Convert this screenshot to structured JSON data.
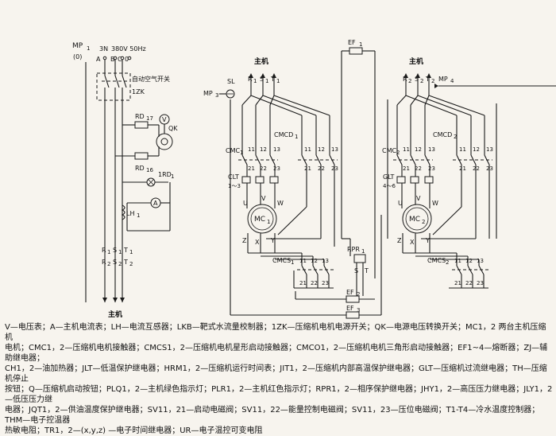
{
  "supply": {
    "mp_label": "MP",
    "mp_sub": "1",
    "zero_label": "(0)",
    "phases_header": "3N",
    "voltage": "380V 50Hz",
    "phase_labels": [
      "A",
      "B",
      "C",
      "0"
    ],
    "auto_switch": "自动空气开关",
    "switch_id": "1ZK",
    "rd17": "RD",
    "rd17_sub": "17",
    "rd16": "RD",
    "rd16_sub": "16",
    "v_label": "V",
    "qk_label": "QK",
    "lamp_label": "1RD",
    "lamp_sub": "1",
    "a_label": "A",
    "lh_label": "LH",
    "lh_sub": "1",
    "out_r": "R",
    "out_s": "S",
    "out_t": "T",
    "out_sub1": "1",
    "out_sub2": "2",
    "main_bottom": "主机"
  },
  "unit1": {
    "title": "主机",
    "r": "R",
    "s": "S",
    "t": "T",
    "sub": "1",
    "mp": "MP",
    "mp_sub": "3",
    "sl": "SL",
    "cmc": "CMC",
    "cmc_sub": "1",
    "cmcd": "CMCD",
    "cmcd_sub": "1",
    "clt": "CLT",
    "clt_range": "1～3",
    "motor": "MC",
    "motor_sub": "1",
    "uvw": [
      "U",
      "V",
      "W"
    ],
    "zxy": [
      "Z",
      "X",
      "Y"
    ],
    "cmcs": "CMCS",
    "cmcs_sub": "1",
    "rpr": "RPR",
    "rpr_sub": "1",
    "rpr_st": [
      "S",
      "T"
    ],
    "ef_top": "EF",
    "ef_top_sub": "1",
    "ef_mid": "EF",
    "ef_mid_sub": "2",
    "ef_bot": "EF",
    "ef_bot_sub": "3",
    "contacts_top": [
      "11",
      "12",
      "13",
      "11",
      "12",
      "13"
    ],
    "contacts_mid": [
      "21",
      "22",
      "23",
      "21",
      "22",
      "23"
    ],
    "contacts_bottom": [
      "11",
      "12",
      "13",
      "21",
      "22",
      "23"
    ]
  },
  "unit2": {
    "title": "主机",
    "r": "R",
    "s": "S",
    "t": "T",
    "sub": "2",
    "mp": "MP",
    "mp_sub": "4",
    "cmc": "CMC",
    "cmc_sub": "2",
    "cmcd": "CMCD",
    "cmcd_sub": "2",
    "glt": "GLT",
    "glt_range": "4～6",
    "motor": "MC",
    "motor_sub": "2",
    "uvw": [
      "U",
      "V",
      "W"
    ],
    "zxy": [
      "Z",
      "X",
      "Y"
    ],
    "cmcs": "CMCS",
    "cmcs_sub": "2",
    "contacts_top": [
      "11",
      "12",
      "13",
      "11",
      "12",
      "13"
    ],
    "contacts_mid": [
      "21",
      "22",
      "23",
      "21",
      "22",
      "23"
    ],
    "contacts_bottom": [
      "11",
      "12",
      "13",
      "21",
      "22",
      "23"
    ]
  },
  "legend": [
    "V—电压表；A—主机电流表；LH—电流互感器；LKB—靶式水流量校制器；1ZK—压缩机电机电源开关；QK—电源电压转换开关；MC1，2 两台主机压缩机",
    "电机；CMC1，2—压缩机电机接触器；CMCS1，2—压缩机电机星形启动接触器；CMCO1，2—压缩机电机三角形启动接触器；EF1~4—熔断器；ZJ—辅助继电器；",
    "CH1，2—油加热器；JLT—低温保护继电器；HRM1，2—压缩机运行时间表；JIT1，2—压缩机内部高温保护继电器；GLT—压缩机过流继电器；TH—压缩机停止",
    "按钮；Q—压缩机启动按钮；PLQ1，2—主机绿色指示灯；PLR1，2—主机红色指示灯；RPR1，2—相序保护继电器；JHY1，2—高压压力继电器；JLY1，2—低压压力继",
    "电器；JQT1，2—供油温度保护继电器；SV11，21—启动电磁阀；SV11，22—能量控制电磁阀；SV11，23—压位电磁阀；T1-T4—冷水温度控制器；THM—电子控温器",
    "热敏电阻；TR1，2—(x,y,z) —电子时间继电器；UR—电子温控可变电阻"
  ]
}
